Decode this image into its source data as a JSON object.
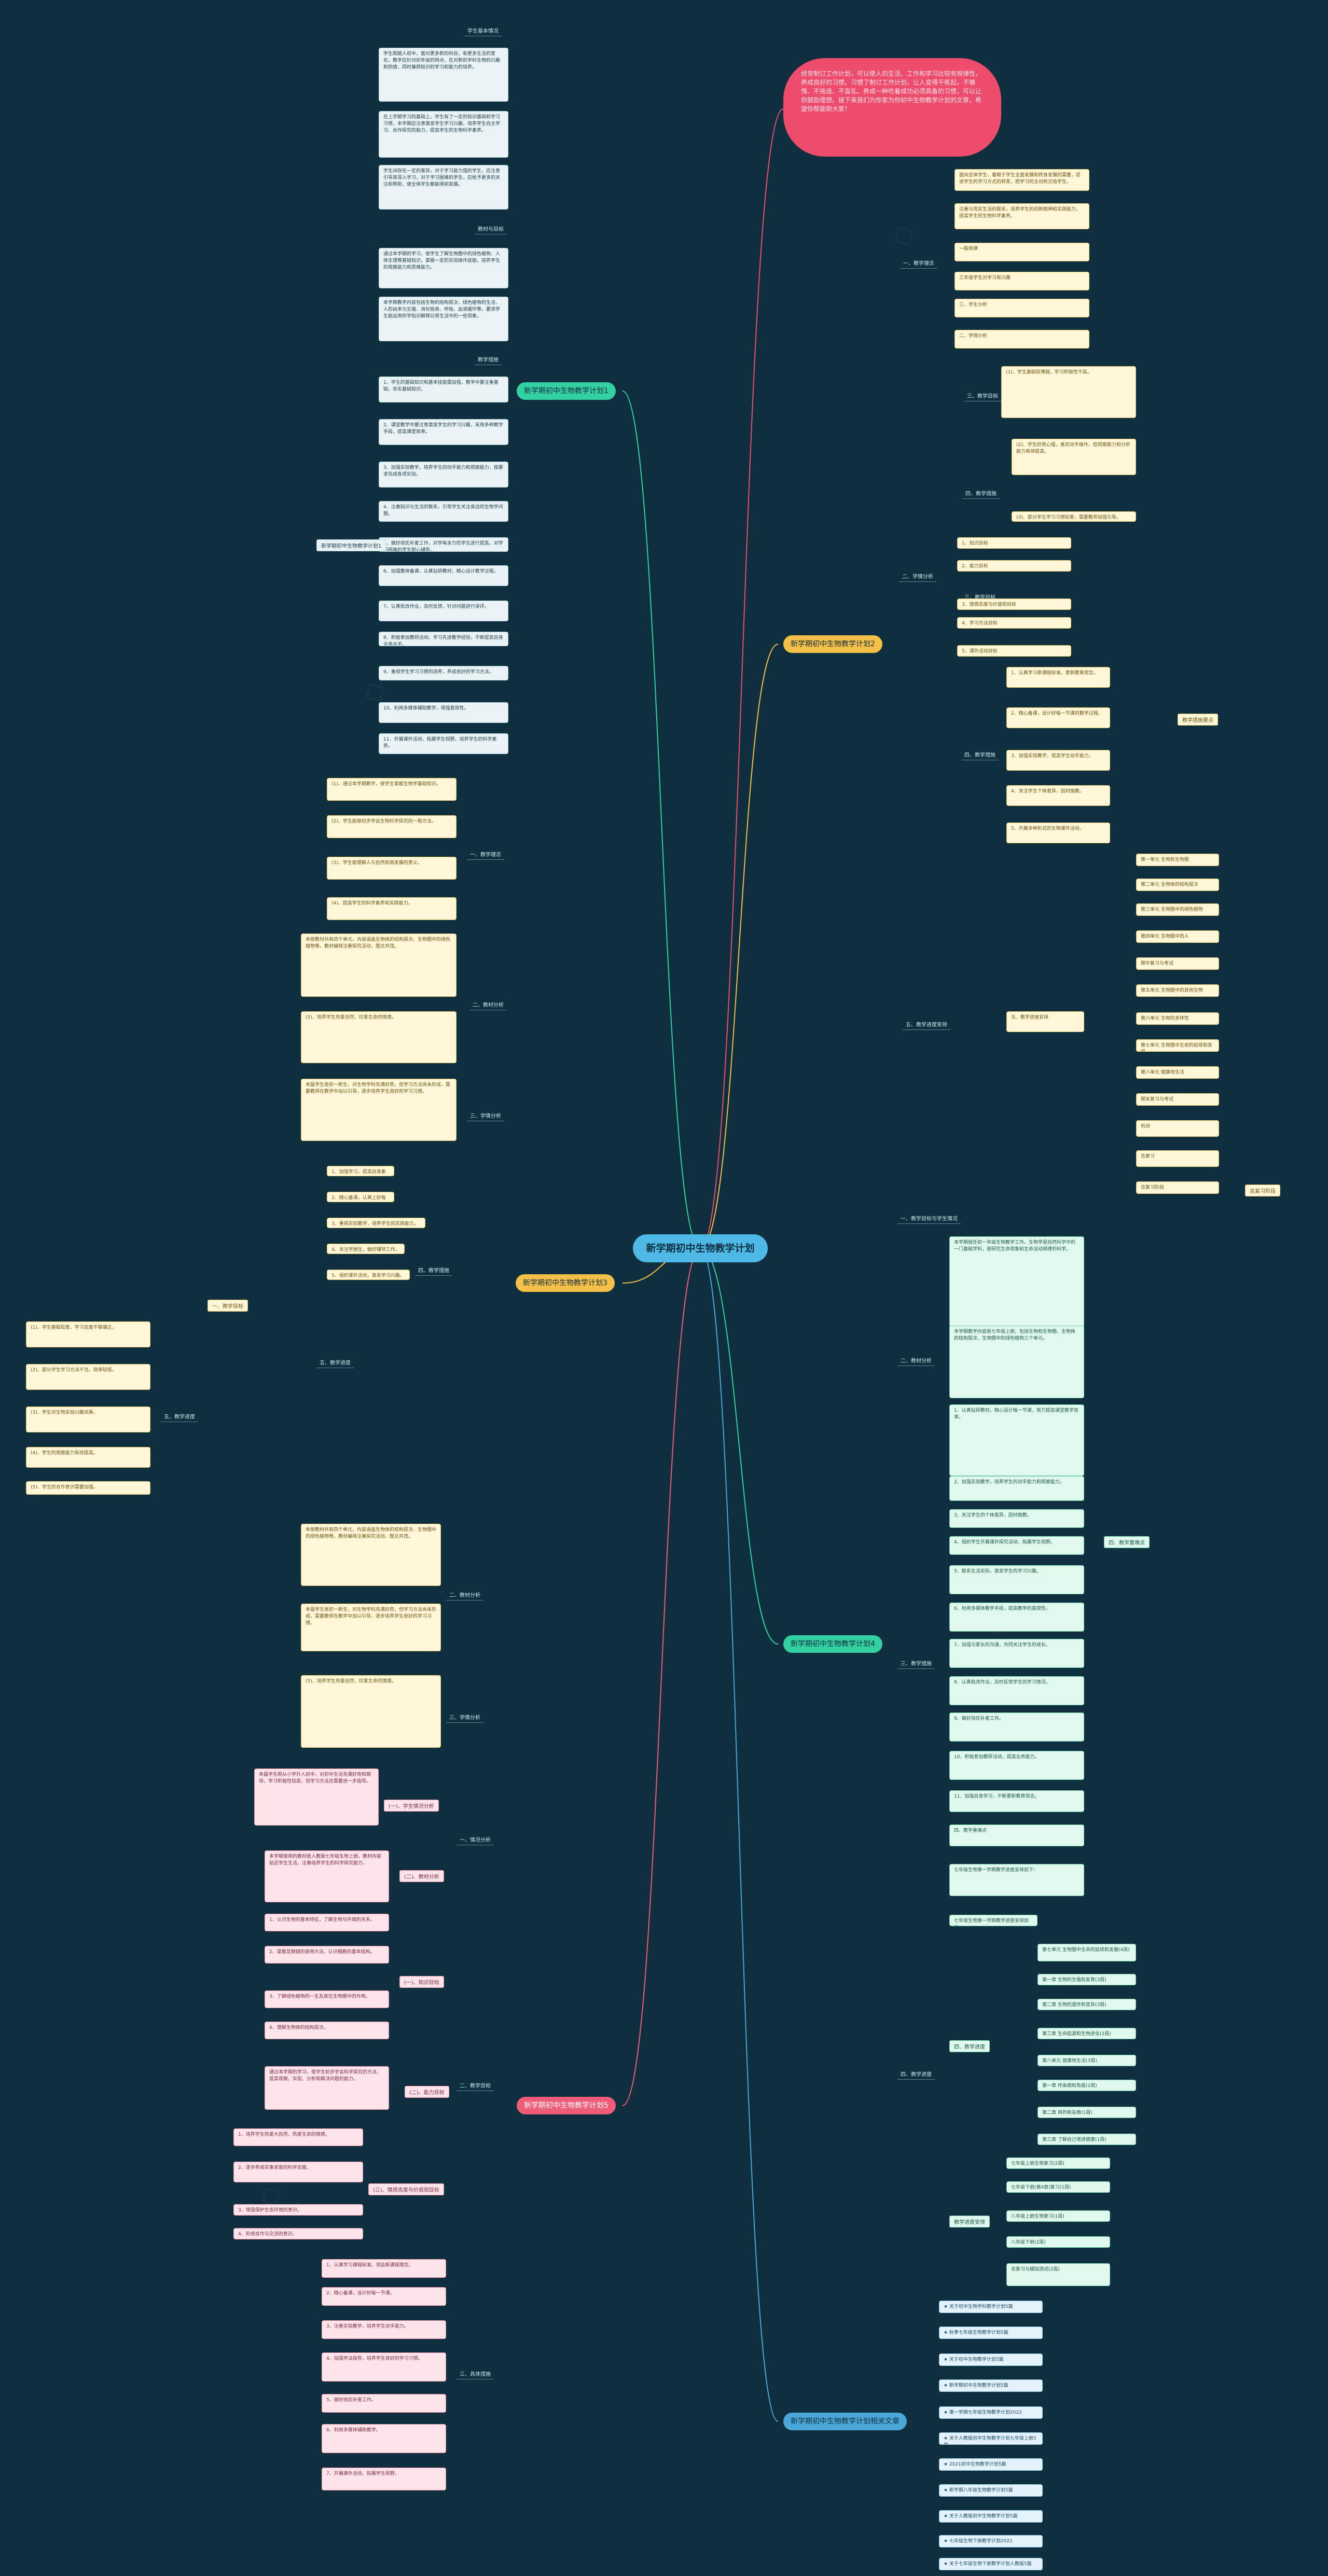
{
  "root": "新学期初中生物教学计划",
  "intro": "经常制订工作计划，可以使人的生活、工作和学习比较有规律性，养成良好的习惯。习惯了制订工作计划，让人变得干练起，不懒惰、不拖逃、不盲乱、养成一种吃着成功必须具备的习惯，可以让你鼓励理想。接下来我们为你家为你初中生物教学计划的文章，希望你帮能助大家！",
  "branches": {
    "b1": "新学期初中生物教学计划1",
    "b2": "新学期初中生物教学计划2",
    "b3": "新学期初中生物教学计划3",
    "b4": "新学期初中生物教学计划4",
    "b5": "新学期初中生物教学计划5",
    "b6": "新学期初中生物教学计划相关文章"
  },
  "plan1": {
    "sub_base": "学生基本情况",
    "base": [
      "学生刚踏入初中，面对更多新的科目，有更多生活的变化，教学应针对初年级的特点，在对新的学科生物的兴趣和热情，同时兼顾知识的学习和能力的培养。",
      "在上学期学习的基础上，学生有了一定的知识基础和学习习惯，本学期应注意激发学生学习兴趣，培养学生自主学习、合作探究的能力，提高学生的生物科学素养。",
      "学生间存在一定的差异，对于学习能力强的学生，应注意引导其深入学习，对于学习困难的学生，应给予更多的关注和帮助，使全体学生都能得到发展。"
    ],
    "sub_goal": "教材与目标",
    "goal": [
      "通过本学期的学习，使学生了解生物圈中的绿色植物、人体生理等基础知识，掌握一定的实验操作技能，培养学生的观察能力和思维能力。",
      "本学期教学内容包括生物的结构层次、绿色植物的生活、人的由来与生殖、消化吸收、呼吸、血液循环等，要求学生能运用所学知识解释日常生活中的一些现象。"
    ],
    "sub_measures": "教学措施",
    "measures": [
      "1、学生的基础知识和基本技能需加强，教学中要注重基础，夯实基础知识。",
      "2、课堂教学中要注意激发学生的学习兴趣，采用多种教学手段，提高课堂效率。",
      "3、加强实验教学，培养学生的动手能力和观察能力，按要求完成各项实验。",
      "4、注重知识与生活的联系，引导学生关注身边的生物学问题。",
      "5、做好培优补差工作，对学有余力的学生进行提高，对学习困难的学生耐心辅导。",
      "6、加强集体备课，认真钻研教材，精心设计教学过程。",
      "7、认真批改作业，及时反馈，针对问题进行讲评。",
      "8、积极参加教研活动，学习先进教学经验，不断提高自身业务水平。",
      "9、重视学生学习习惯的培养，养成良好的学习方法。",
      "10、利用多媒体辅助教学，增强直观性。",
      "11、开展课外活动，拓展学生视野，培养学生的科学素养。"
    ],
    "tag": "新学期初中生物教学计划1"
  },
  "plan2": {
    "sub_a": "一、教学理念",
    "a": [
      "面向全体学生，着眼于学生全面发展和终身发展的需要，促进学生的学习方式的转变，把学习的主动权交给学生。",
      "注重与现实生活的联系，培养学生的创新精神和实践能力，提高学生的生物科学素养。"
    ],
    "sub_b": "二、学情分析",
    "b1": [
      "一般规律",
      "三年级学生对学习有兴趣",
      "三、学生分析"
    ],
    "b2": [
      "(1)、学生基础较薄弱，学习积极性不高。",
      "(2)、学生好奇心强，喜欢动手操作，但观察能力和分析能力有待提高。",
      "(3)、部分学生学习习惯较差，需要教师加强引导。"
    ],
    "sub_c": "三、教学目标",
    "c": [
      "1、知识目标",
      "2、能力目标",
      "3、情感态度与价值观目标",
      "4、学习方法目标",
      "5、课外活动目标"
    ],
    "sub_d": "四、教学措施",
    "d_tag": "教学措施要点",
    "d": [
      "1、认真学习新课程标准，更新教育观念。",
      "2、精心备课，设计好每一节课的教学过程。",
      "3、加强实验教学，提高学生动手能力。",
      "4、关注学生个体差异，因材施教。",
      "5、开展多种形式的生物课外活动。"
    ],
    "sub_e": "五、教学进度安排",
    "e": [
      "第一单元 生物和生物圈",
      "第二单元 生物体的结构层次",
      "第三单元 生物圈中的绿色植物",
      "第四单元 生物圈中的人",
      "期中复习与考试",
      "第五单元 生物圈中的其他生物",
      "第六单元 生物的多样性",
      "第七单元 生物圈中生命的延续和发展",
      "第八单元 健康地生活",
      "期末复习与考试",
      "机动",
      "总复习"
    ],
    "sub_e_tail": "总复习阶段"
  },
  "plan3": {
    "sub_a": "一、教学理念",
    "a": [
      "(1)、通过本学期教学，使学生掌握生物学基础知识。",
      "(2)、学生能够初步学会生物科学探究的一般方法。",
      "(3)、学生能理解人与自然和谐发展的意义。",
      "(4)、提高学生的科学素养和实践能力。",
      "(5)、培养学生热爱自然、珍爱生命的情感。"
    ],
    "sub_b": "二、教材分析",
    "b": [
      "本册教材共有四个单元，内容涵盖生物体的结构层次、生物圈中的绿色植物等，教材编排注重探究活动，图文并茂。"
    ],
    "sub_c": "三、学情分析",
    "c": [
      "本届学生是初一新生，对生物学科充满好奇，但学习方法尚未形成，需要教师在教学中加以引导，逐步培养学生良好的学习习惯。"
    ],
    "sub_d": "四、教学措施",
    "d": [
      "1、加强学习，提高自身素质。",
      "2、精心备课，认真上好每一节课。",
      "3、重视实验教学，培养学生的实践能力。",
      "4、关注学困生，做好辅导工作。",
      "5、组织课外活动，激发学习兴趣。"
    ],
    "sub_e": "五、教学进度",
    "e_left": [
      "(1)、学生基础较差，学习态度不够端正。",
      "(2)、部分学生学习方法不当，效率较低。",
      "(3)、学生对生物实验兴趣浓厚。",
      "(4)、学生的观察能力有待提高。",
      "(5)、学生的合作意识需要加强。"
    ],
    "e_tag": "一、教学目标"
  },
  "plan4": {
    "sub_a": "一、教学目标与学生情况",
    "a": "本学期我任初一年级生物教学工作。生物学是自然科学中的一门基础学科，是研究生命现象和生命活动规律的科学。",
    "sub_b": "二、教材分析",
    "b": "本学期教学内容是七年级上册，包括生物和生物圈、生物体的结构层次、生物圈中的绿色植物三个单元。",
    "sub_c": "三、教学措施",
    "c": [
      "1、认真钻研教材，精心设计每一节课，努力提高课堂教学效率。",
      "2、加强实验教学，培养学生的动手能力和观察能力。",
      "3、关注学生的个体差异，因材施教。",
      "4、组织学生开展课外探究活动，拓展学生视野。",
      "5、联系生活实际，激发学生的学习兴趣。",
      "6、利用多媒体教学手段，提高教学的直观性。",
      "7、加强与家长的沟通，共同关注学生的成长。",
      "8、认真批改作业，及时反馈学生的学习情况。",
      "9、做好培优补差工作。",
      "10、积极参加教研活动，提高业务能力。",
      "11、加强自身学习，不断更新教育观念。"
    ],
    "c_tag": "四、教学重难点",
    "sub_d": "四、教学进度",
    "d1": "七年级生物第一学期教学进度安排如下：",
    "d2": [
      "第七单元 生物圈中生命的延续和发展(4周)",
      "第一章 生物的生殖和发育(3周)",
      "第二章 生物的遗传和变异(3周)",
      "第三章 生命起源和生物进化(2周)",
      "第八单元 健康地生活(3周)",
      "第一章 传染病和免疫(2周)",
      "第二章 用药和急救(1周)",
      "第三章 了解自己增进健康(1周)"
    ],
    "d3_tag": "教学进度安排",
    "d3": [
      "七年级上册生物复习(2周)",
      "七年级下册(第4章)复习(1周)",
      "八年级上册生物复习(1周)",
      "八年级下册(2周)",
      "总复习与模拟测试(2周)"
    ]
  },
  "plan5": {
    "sub_a": "一、情况分析",
    "a1_tag": "(一)、学生情况分析",
    "a1": "本届学生刚从小学升入初中，对初中生活充满好奇和期待，学习积极性较高，但学习方法还需要进一步指导。",
    "a2_tag": "(二)、教材分析",
    "a2": "本学期使用的教材是人教版七年级生物上册，教材内容贴近学生生活，注重培养学生的科学探究能力。",
    "sub_b": "二、教学目标",
    "b1_tag": "(一)、知识目标",
    "b1": [
      "1、认识生物的基本特征，了解生物与环境的关系。",
      "2、掌握显微镜的使用方法，认识细胞的基本结构。",
      "3、了解绿色植物的一生及其在生物圈中的作用。",
      "4、理解生物体的结构层次。"
    ],
    "b2_tag": "(二)、能力目标",
    "b2": "通过本学期的学习，使学生初步学会科学探究的方法，提高观察、实验、分析和解决问题的能力。",
    "b3_tag": "(三)、情感态度与价值观目标",
    "b3": [
      "1、培养学生热爱大自然、热爱生命的情感。",
      "2、逐步养成实事求是的科学态度。",
      "3、增强保护生态环境的意识。",
      "4、形成合作与交流的意识。"
    ],
    "sub_c": "三、具体措施",
    "c": [
      "1、认真学习课程标准，领会新课程理念。",
      "2、精心备课，设计好每一节课。",
      "3、注重实验教学，培养学生动手能力。",
      "4、加强学法指导，培养学生良好的学习习惯。",
      "5、做好培优补差工作。",
      "6、利用多媒体辅助教学。",
      "7、开展课外活动，拓展学生视野。"
    ]
  },
  "related": [
    "★ 关于初中生物学科教学计划5篇",
    "★ 秋季七年级生物教学计划5篇",
    "★ 关于初中生物教学计划5篇",
    "★ 新学期初中生物教学计划5篇",
    "★ 第一学期七年级生物教学计划2022",
    "★ 关于人教版初中生物教学计划七年级上册5篇",
    "★ 2021初中生物教学计划5篇",
    "★ 新学期八年级生物教学计划5篇",
    "★ 关于人教版初中生物教学计划5篇",
    "★ 七年级生物下册教学计划2021",
    "★ 关于七年级生物下册教学计划人教版5篇"
  ]
}
